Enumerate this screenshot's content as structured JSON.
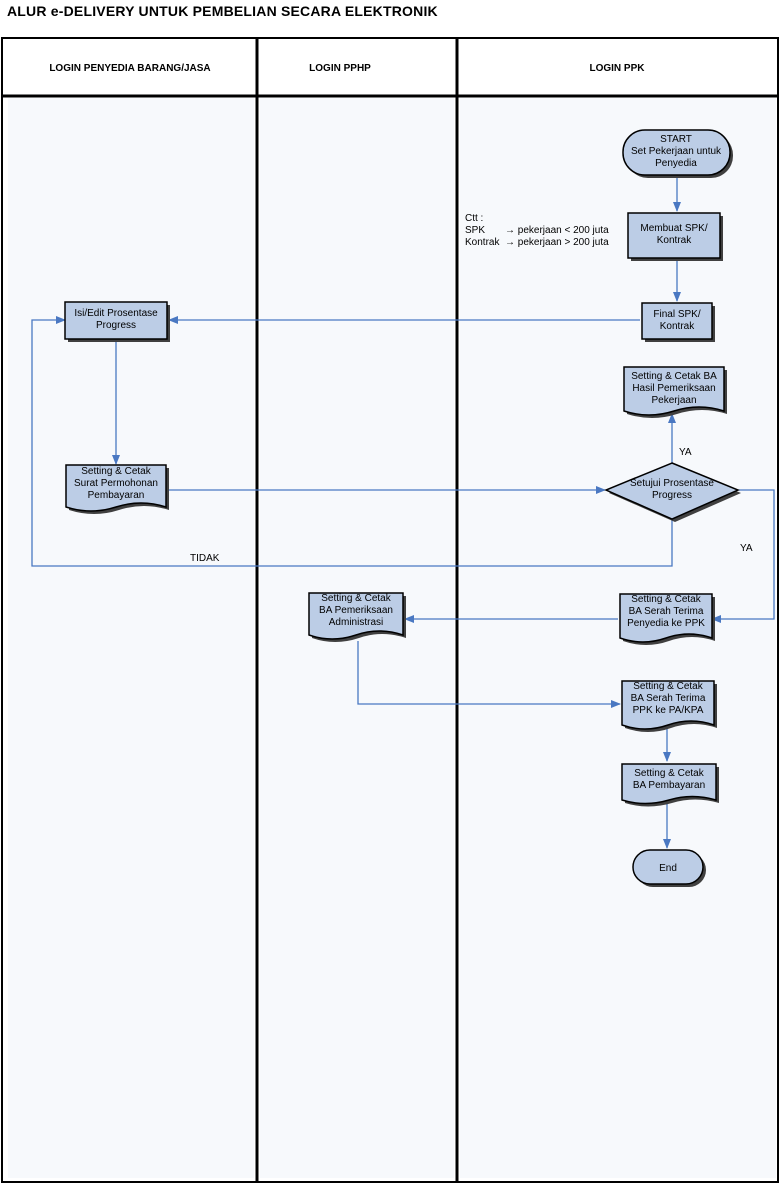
{
  "title": "ALUR e-DELIVERY UNTUK PEMBELIAN SECARA ELEKTRONIK",
  "lanes": [
    {
      "label": "LOGIN PENYEDIA BARANG/JASA"
    },
    {
      "label": "LOGIN PPHP"
    },
    {
      "label": "LOGIN PPK"
    }
  ],
  "nodes": {
    "start": {
      "label": "START\nSet Pekerjaan untuk\nPenyedia"
    },
    "buat_spk": {
      "label": "Membuat SPK/\nKontrak"
    },
    "final_spk": {
      "label": "Final SPK/\nKontrak"
    },
    "isi_edit": {
      "label": "Isi/Edit Prosentase\nProgress"
    },
    "surat_permohonan": {
      "label": "Setting & Cetak\nSurat Permohonan\nPembayaran"
    },
    "ba_hasil": {
      "label": "Setting & Cetak BA\nHasil Pemeriksaan\nPekerjaan"
    },
    "setujui": {
      "label": "Setujui Prosentase\nProgress"
    },
    "ba_serah_penyedia": {
      "label": "Setting & Cetak\nBA Serah Terima\nPenyedia ke PPK"
    },
    "ba_pemeriksaan_admin": {
      "label": "Setting & Cetak\nBA Pemeriksaan\nAdministrasi"
    },
    "ba_serah_ppk": {
      "label": "Setting & Cetak\nBA Serah Terima\nPPK ke PA/KPA"
    },
    "ba_pembayaran": {
      "label": "Setting & Cetak\nBA Pembayaran"
    },
    "end": {
      "label": "End"
    }
  },
  "note": {
    "line1": "Ctt :",
    "line2a": "SPK",
    "line2b": "→ pekerjaan < 200 juta",
    "line3a": "Kontrak",
    "line3b": "→ pekerjaan > 200 juta"
  },
  "edges": {
    "ya_up": "YA",
    "ya_right": "YA",
    "tidak": "TIDAK"
  },
  "colors": {
    "box_fill": "#bccde6",
    "arrow": "#4a78c2",
    "lane_fill": "#f7f9fc",
    "shadow": "#404040"
  }
}
